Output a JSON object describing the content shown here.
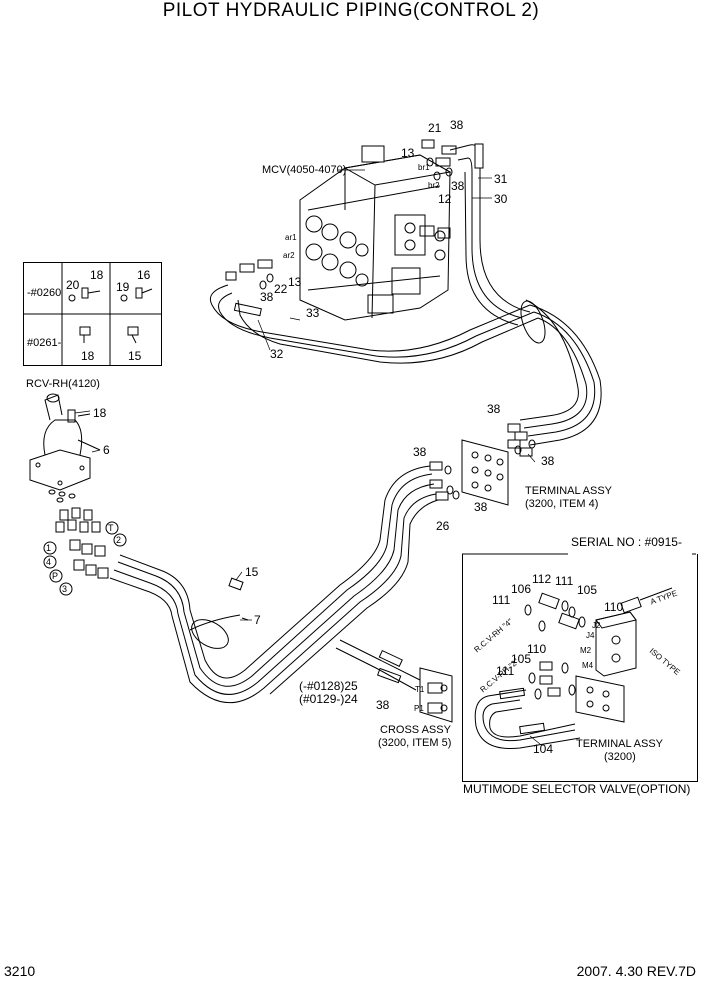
{
  "title": "PILOT HYDRAULIC PIPING(CONTROL 2)",
  "footer": {
    "page": "3210",
    "revision": "2007. 4.30 REV.7D"
  },
  "labels": {
    "mcv": "MCV(4050-4070)",
    "rcv": "RCV-RH(4120)",
    "terminal_assy_4_a": "TERMINAL ASSY",
    "terminal_assy_4_b": "(3200, ITEM 4)",
    "cross_assy_a": "CROSS ASSY",
    "cross_assy_b": "(3200, ITEM 5)",
    "serial": "SERIAL NO : #0915-",
    "terminal_assy_3200_a": "TERMINAL ASSY",
    "terminal_assy_3200_b": "(3200)",
    "selector_valve": "MUTIMODE SELECTOR VALVE(OPTION)",
    "range_25": "(-#0128)25",
    "range_24": "(#0129-)24",
    "a_type": "A TYPE",
    "iso_type": "ISO TYPE",
    "rcv_rh_4": "R.C.V-RH \"4\"",
    "rcv_rh_2": "R.C.V-RH \"2\"",
    "port_ar1": "ar1",
    "port_ar2": "ar2",
    "port_br1": "br1",
    "port_br2": "br2",
    "port_t1": "T1",
    "port_p1": "P1",
    "port_j2": "J2",
    "port_j4": "J4",
    "port_m2": "M2",
    "port_m4": "M4"
  },
  "inset": {
    "row1_label": "-#0260",
    "row2_label": "#0261-",
    "r1c1_a": "20",
    "r1c1_b": "18",
    "r1c2_a": "19",
    "r1c2_b": "16",
    "r2c1": "18",
    "r2c2": "15"
  },
  "rcv_ports": {
    "p1": "1",
    "p4": "4",
    "pP": "P",
    "p3": "3",
    "pT": "T",
    "p2": "2"
  },
  "callouts": {
    "n21": "21",
    "n38a": "38",
    "n13a": "13",
    "n12": "12",
    "n38b": "38",
    "n31": "31",
    "n30": "30",
    "n22": "22",
    "n38c": "38",
    "n13b": "13",
    "n33": "33",
    "n32": "32",
    "n18": "18",
    "n6": "6",
    "n38d": "38",
    "n38e": "38",
    "n38f": "38",
    "n38g": "38",
    "n26": "26",
    "n15": "15",
    "n7": "7",
    "n38h": "38",
    "n111a": "111",
    "n106": "106",
    "n112": "112",
    "n111b": "111",
    "n105a": "105",
    "n110a": "110",
    "n110b": "110",
    "n105b": "105",
    "n111c": "111",
    "n104": "104"
  }
}
